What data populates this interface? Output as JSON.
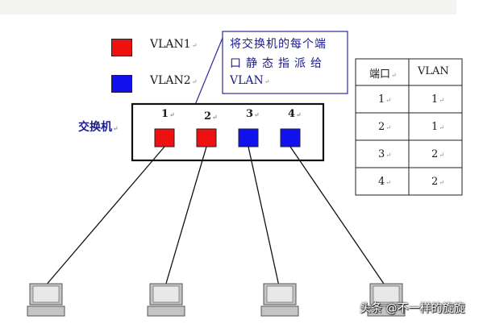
{
  "legend": [
    {
      "color": "#ee1111",
      "label": "VLAN1"
    },
    {
      "color": "#1111ee",
      "label": "VLAN2"
    }
  ],
  "switch": {
    "label": "交换机",
    "ports": [
      {
        "number": "1",
        "color": "#ee1111"
      },
      {
        "number": "2",
        "color": "#ee1111"
      },
      {
        "number": "3",
        "color": "#1111ee"
      },
      {
        "number": "4",
        "color": "#1111ee"
      }
    ]
  },
  "callout": {
    "lines": [
      "将交换机的每个端",
      "口静态指派给",
      "VLAN"
    ]
  },
  "table": {
    "headers": [
      "端口",
      "VLAN"
    ],
    "rows": [
      [
        "1",
        "1"
      ],
      [
        "2",
        "1"
      ],
      [
        "3",
        "2"
      ],
      [
        "4",
        "2"
      ]
    ]
  },
  "return_mark": "↵",
  "watermark": "头条 @不一样的旋旋"
}
